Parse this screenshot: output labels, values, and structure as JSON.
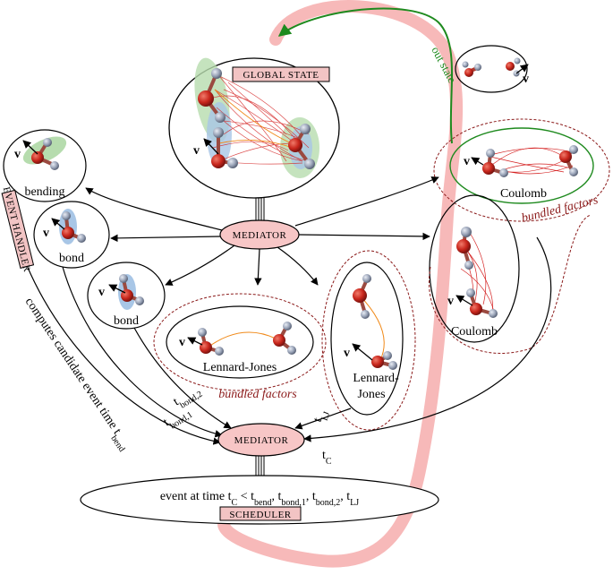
{
  "labels": {
    "global_state": "GLOBAL STATE",
    "mediator_top": "MEDIATOR",
    "mediator_bottom": "MEDIATOR",
    "scheduler": "SCHEDULER",
    "event_handler": "EVENT HANDLER",
    "event_handler_caption": "computes candidate event time t",
    "event_handler_caption_sub": "bend",
    "out_state": "out state",
    "bending": "bending",
    "bond_1": "bond",
    "bond_2": "bond",
    "coulomb_top": "Coulomb",
    "coulomb_mid": "Coulomb",
    "lj_left": "Lennard-Jones",
    "lj_right_1": "Lennard-",
    "lj_right_2": "Jones",
    "bundled_1": "bundled factors",
    "bundled_2": "bundled factors",
    "v": "v",
    "t_bond2": "t",
    "t_bond2_sub": "bond,2",
    "t_bond1": "t",
    "t_bond1_sub": "bond,1",
    "t_lj": "t",
    "t_lj_sub": "LJ",
    "t_c": "t",
    "t_c_sub": "C",
    "scheduler_event": "event at time t",
    "scheduler_sub_c": "C",
    "scheduler_lt": " < t",
    "scheduler_sub_bend": "bend",
    "scheduler_comma1": ", t",
    "scheduler_sub_b1": "bond,1",
    "scheduler_comma2": ", t",
    "scheduler_sub_b2": "bond,2",
    "scheduler_comma3": ", t",
    "scheduler_sub_lj": "LJ"
  },
  "colors": {
    "pink_path": "#f7b9b9",
    "label_box": "#f2c4c4",
    "mediator_fill": "#f7c6c6",
    "bundled_red": "#8b1a1a",
    "out_green": "#1e8a1e",
    "factor_line_red": "#d42020",
    "factor_line_orange": "#f08a1a",
    "oxygen": "#c8261c",
    "hydrogen": "#9aa4b8",
    "green_highlight": "#b6dcae",
    "blue_highlight": "#a8c6e6"
  }
}
